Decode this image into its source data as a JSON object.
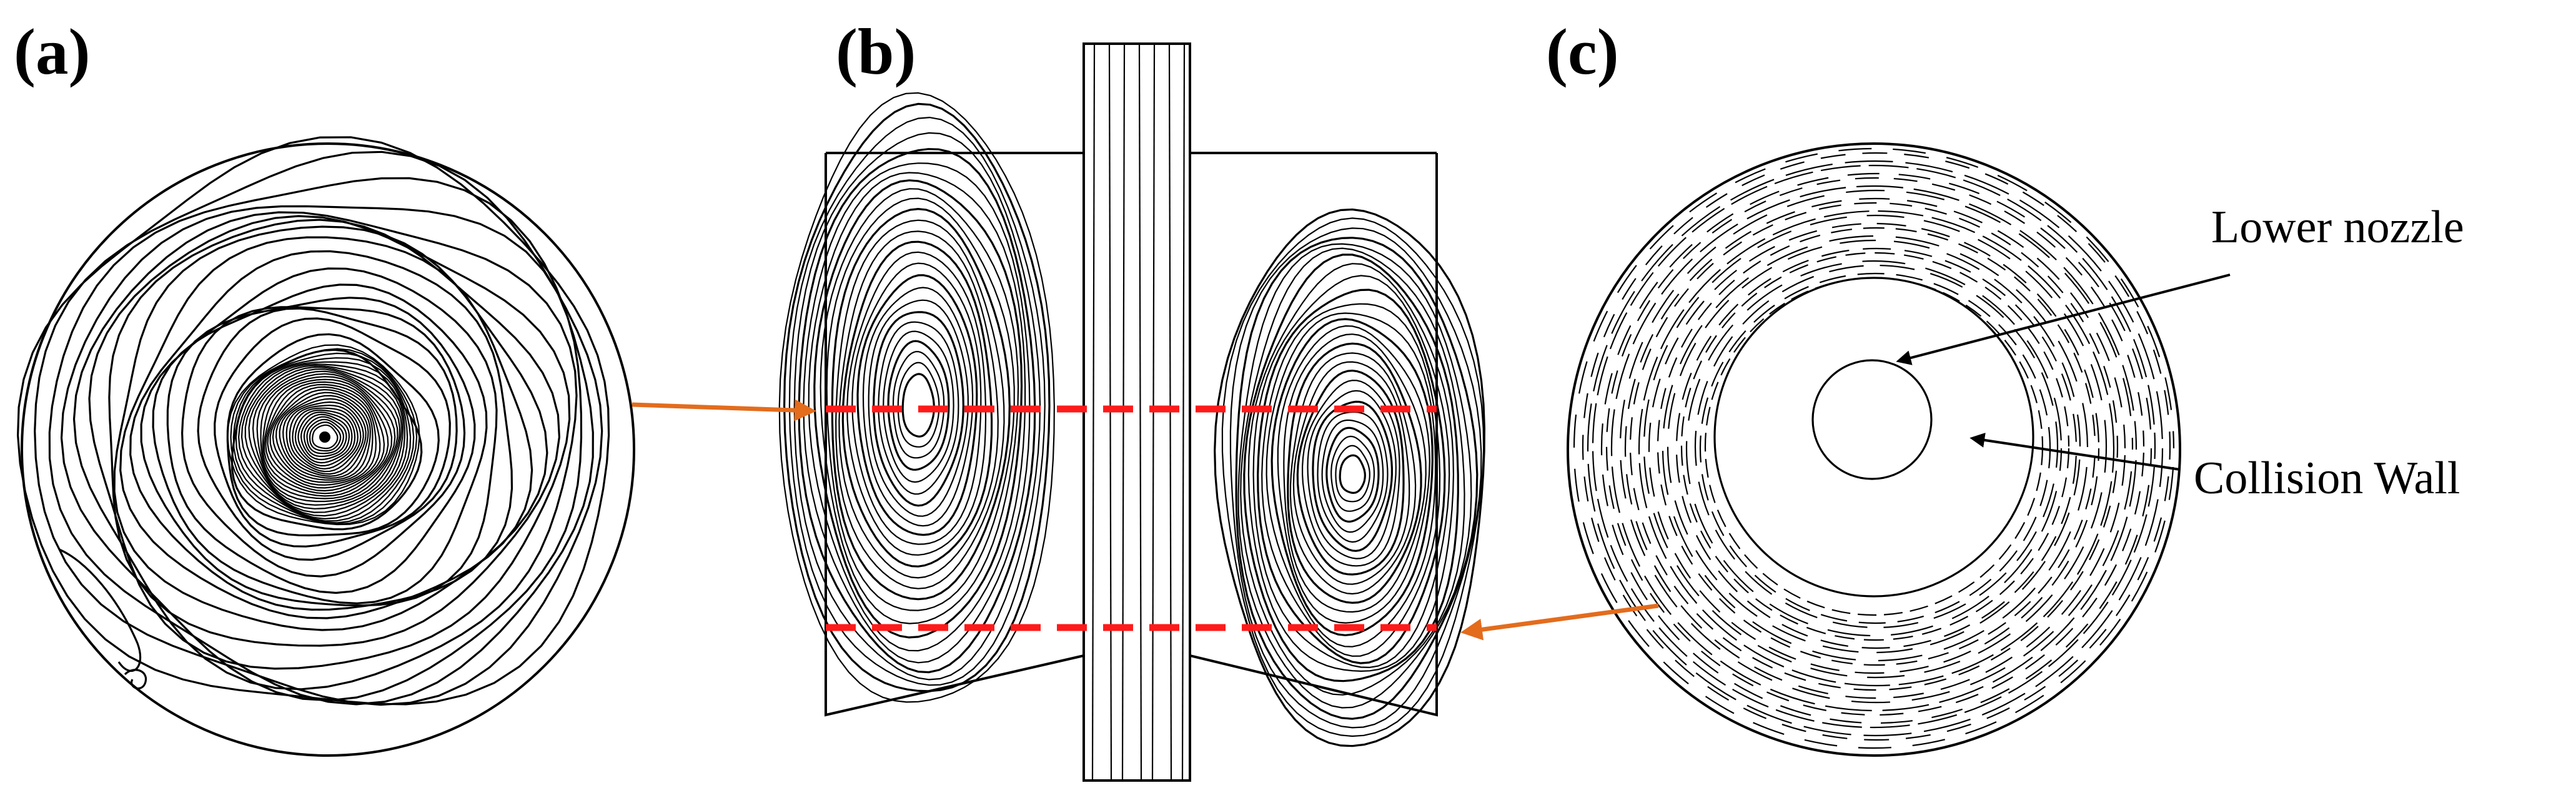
{
  "panels": [
    {
      "label": "(a)"
    },
    {
      "label": "(b)"
    },
    {
      "label": "(c)"
    }
  ],
  "annotations": {
    "lower_nozzle": "Lower nozzle",
    "collision_wall": "Collision Wall"
  },
  "colors": {
    "streamline": "#000000",
    "section_line": "#ff1a1a",
    "callout_arrow": "#e36c1d",
    "background": "#ffffff"
  }
}
